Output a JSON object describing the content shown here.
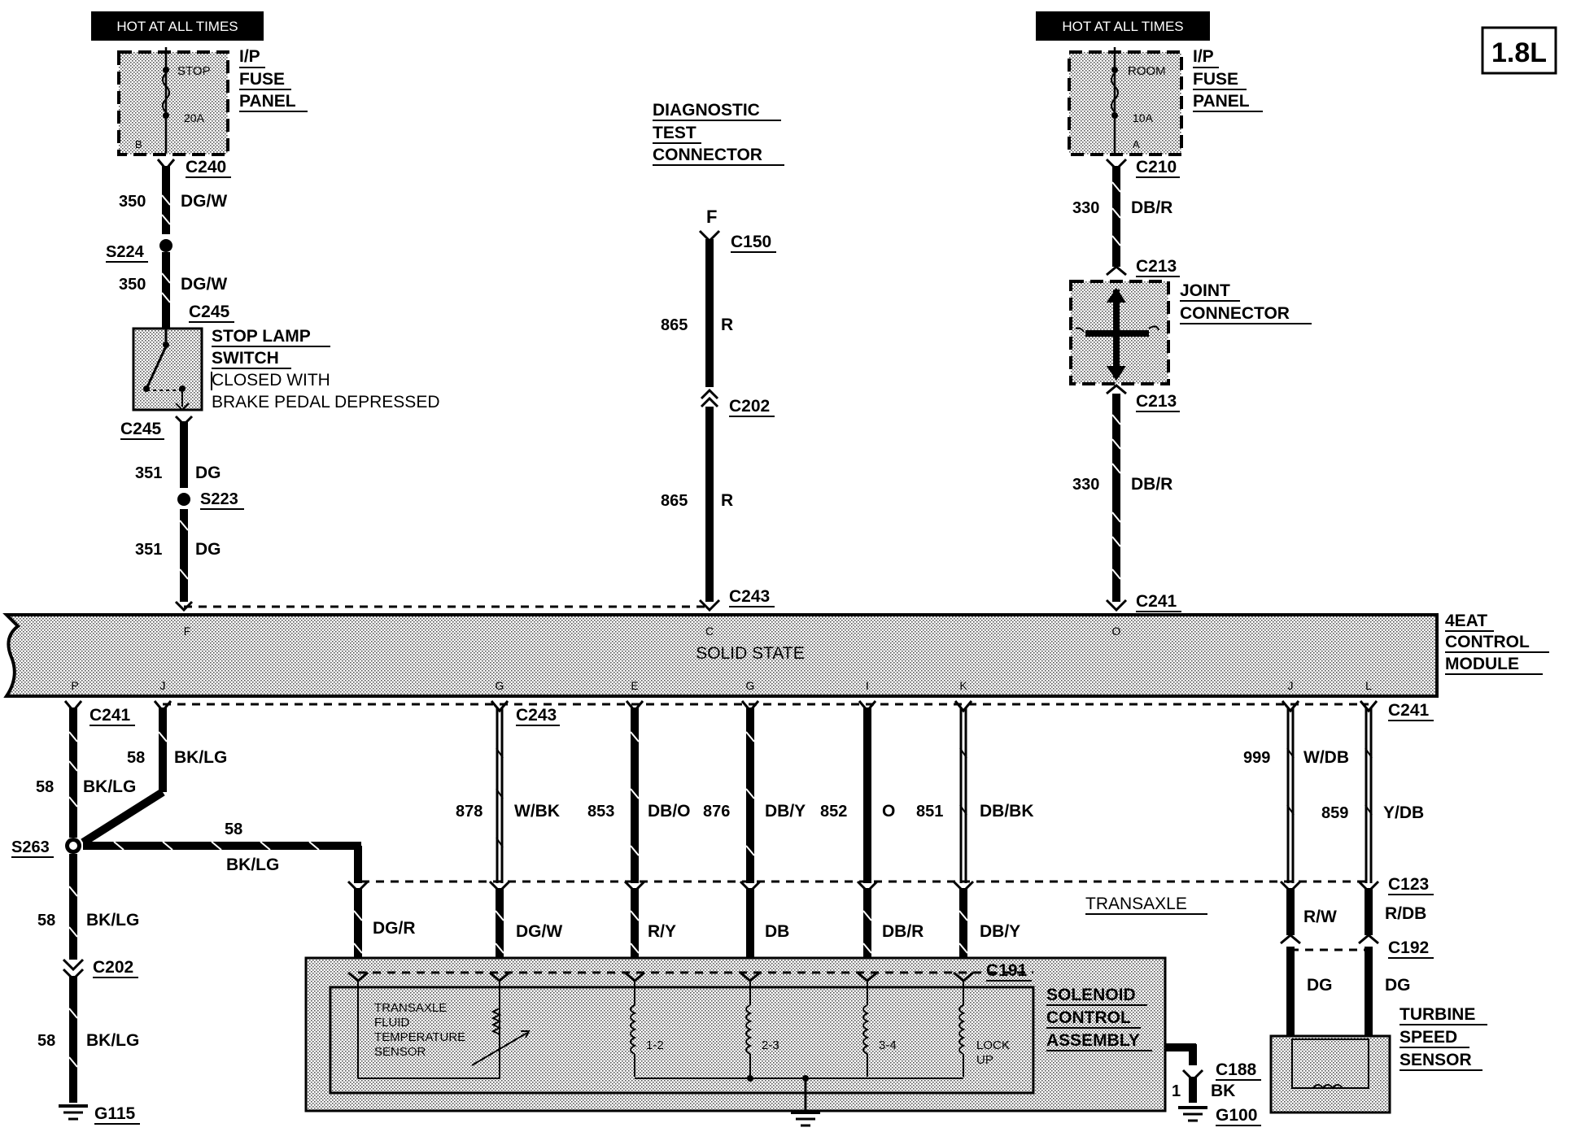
{
  "badge": "1.8L",
  "hot_label": "HOT AT ALL TIMES",
  "fuse_panel_label": [
    "I/P",
    "FUSE",
    "PANEL"
  ],
  "left_fuse": {
    "name": "STOP",
    "rating": "20A",
    "terminal": "B"
  },
  "right_fuse": {
    "name": "ROOM",
    "rating": "10A",
    "terminal": "A"
  },
  "connectors": {
    "c240": "C240",
    "c245": "C245",
    "c243": "C243",
    "c241": "C241",
    "c150": "C150",
    "c202": "C202",
    "c210": "C210",
    "c213": "C213",
    "c123": "C123",
    "c192": "C192",
    "c191": "C191",
    "c188": "C188"
  },
  "splices": {
    "s224": "S224",
    "s223": "S223",
    "s263": "S263"
  },
  "grounds": {
    "g115": "G115",
    "g100": "G100"
  },
  "stop_lamp_switch": {
    "title": [
      "STOP LAMP",
      "SWITCH"
    ],
    "note": [
      "CLOSED WITH",
      "BRAKE PEDAL DEPRESSED"
    ]
  },
  "diagnostic_test_connector": {
    "title": [
      "DIAGNOSTIC",
      "TEST",
      "CONNECTOR"
    ],
    "pin": "F"
  },
  "joint_connector": [
    "JOINT",
    "CONNECTOR"
  ],
  "module": {
    "title": [
      "4EAT",
      "CONTROL",
      "MODULE"
    ],
    "body": "SOLID STATE",
    "top_pins": {
      "p1": "F",
      "p2": "C",
      "p3": "O"
    },
    "bottom_pins": {
      "p1": "P",
      "p2": "J",
      "p3": "G",
      "p4": "E",
      "p5": "G",
      "p6": "I",
      "p7": "K",
      "p8": "J",
      "p9": "L"
    }
  },
  "transaxle_label": "TRANSAXLE",
  "solenoid": {
    "title": [
      "SOLENOID",
      "CONTROL",
      "ASSEMBLY"
    ],
    "tft_sensor": [
      "TRANSAXLE",
      "FLUID",
      "TEMPERATURE",
      "SENSOR"
    ],
    "coils": [
      "1-2",
      "2-3",
      "3-4",
      "LOCK",
      "UP"
    ]
  },
  "turbine_sensor": [
    "TURBINE",
    "SPEED",
    "SENSOR"
  ],
  "circuits": {
    "c350": "350",
    "dgw": "DG/W",
    "c351": "351",
    "dg": "DG",
    "c865": "865",
    "r": "R",
    "c330": "330",
    "dbr": "DB/R",
    "c58": "58",
    "bklg": "BK/LG",
    "c878": "878",
    "wbk": "W/BK",
    "c853": "853",
    "dbo": "DB/O",
    "c876": "876",
    "dby": "DB/Y",
    "c852": "852",
    "o": "O",
    "c851": "851",
    "dbbk": "DB/BK",
    "c999": "999",
    "wdb": "W/DB",
    "c859": "859",
    "ydb": "Y/DB",
    "dgr": "DG/R",
    "ry": "R/Y",
    "db": "DB",
    "rw": "R/W",
    "rdb": "R/DB",
    "c1": "1",
    "bk": "BK"
  }
}
